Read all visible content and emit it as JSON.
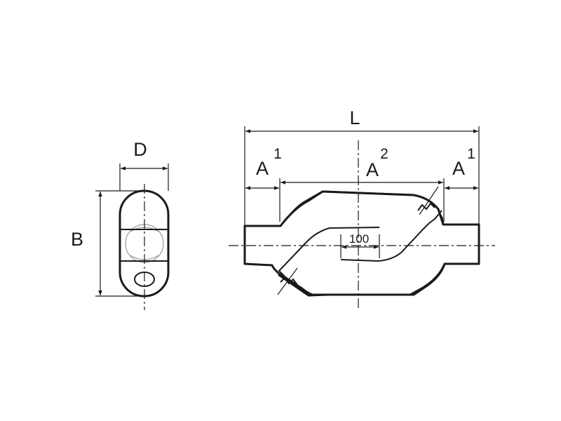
{
  "colors": {
    "line": "#1a1a1a",
    "background": "#ffffff",
    "hidden_line": "#9a9a9a"
  },
  "side_view": {
    "dim_width_label": "D",
    "dim_height_label": "B"
  },
  "front_view": {
    "dim_length_label": "L",
    "dim_end_left": {
      "letter": "A",
      "index": "1"
    },
    "dim_middle": {
      "letter": "A",
      "index": "2"
    },
    "dim_end_right": {
      "letter": "A",
      "index": "1"
    },
    "dim_overlap_label": "100"
  }
}
